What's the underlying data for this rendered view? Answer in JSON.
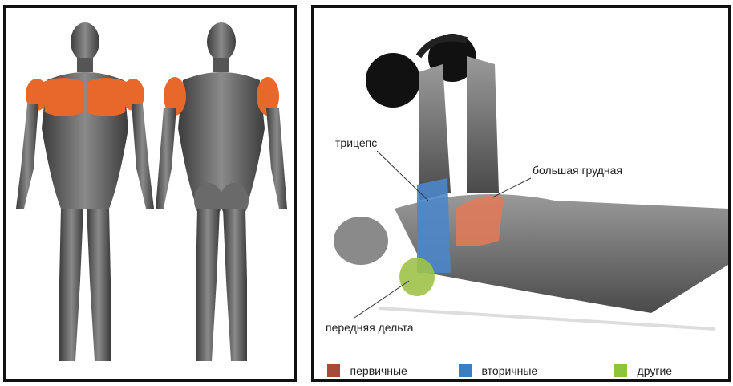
{
  "labels": {
    "triceps": "трицепс",
    "pectoral": "большая грудная",
    "front_delt": "передняя дельта"
  },
  "legend": [
    {
      "text": "- первичные",
      "color": "#a84a3a"
    },
    {
      "text": "- вторичные",
      "color": "#3a7fc4"
    },
    {
      "text": "- другие",
      "color": "#8cc43a"
    }
  ],
  "colors": {
    "primary_muscle": "#e8672a",
    "body": "#6e6e6e",
    "body_dark": "#3c3c3c",
    "triceps": "#4a86c8",
    "pectoral": "#e07a5a",
    "delt": "#9fc24a",
    "kettlebell": "#111111"
  }
}
